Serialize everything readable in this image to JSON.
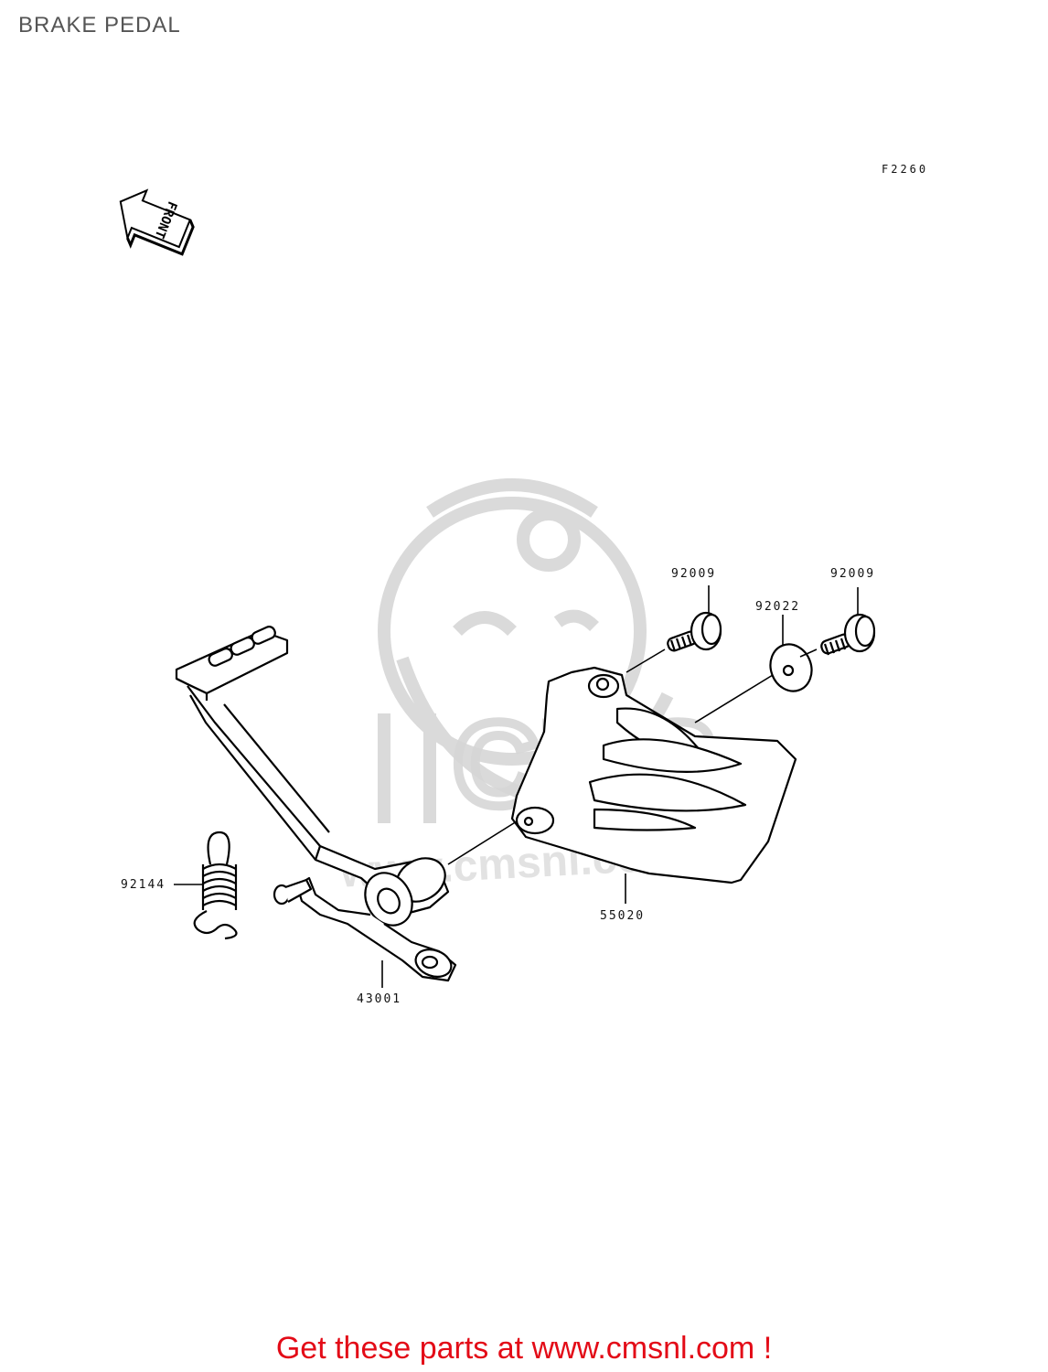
{
  "page": {
    "title": "BRAKE PEDAL",
    "figure_code": "F2260",
    "front_marker": "FRONT"
  },
  "parts": [
    {
      "id": "p1",
      "number": "92009"
    },
    {
      "id": "p2",
      "number": "92022"
    },
    {
      "id": "p3",
      "number": "92009"
    },
    {
      "id": "p4",
      "number": "92144"
    },
    {
      "id": "p5",
      "number": "55020"
    },
    {
      "id": "p6",
      "number": "43001"
    }
  ],
  "watermark": {
    "text": "www.cmsnl.com",
    "logo": "CMS"
  },
  "footer": {
    "link_text": "Get these parts at www.cmsnl.com !"
  },
  "colors": {
    "line": "#000000",
    "watermark": "#d6d6d6",
    "footer": "#e30b17",
    "title": "#555555"
  }
}
